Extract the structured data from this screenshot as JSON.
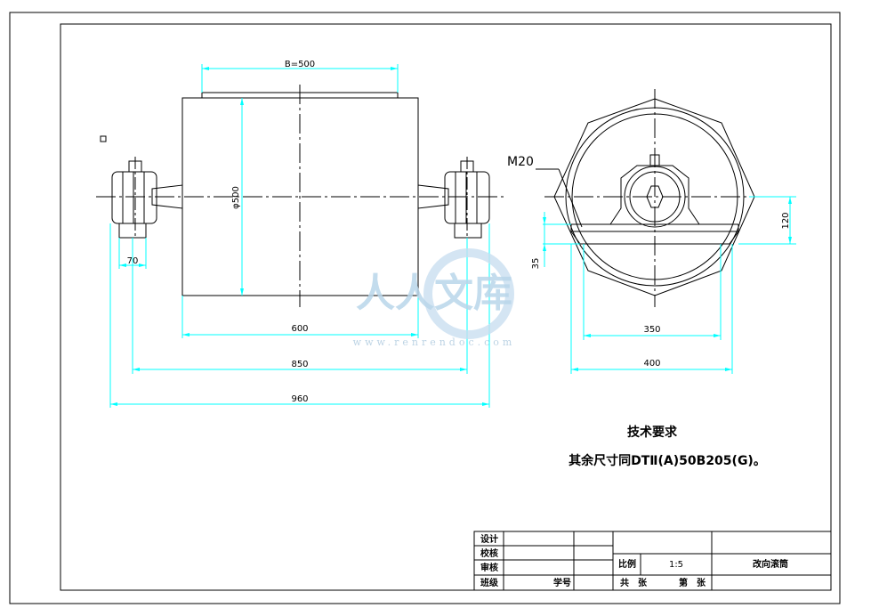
{
  "dimensions": {
    "belt_width": "B=500",
    "drum_diameter": "φ500",
    "hub_width": "70",
    "drum_length": "600",
    "bearing_span": "850",
    "overall_length": "960",
    "bolt": "M20",
    "center_height": "120",
    "base_height": "35",
    "bolt_spacing": "350",
    "base_length": "400"
  },
  "notes": {
    "title": "技术要求",
    "body": "其余尺寸同DTⅡ(A)50B205(G)。"
  },
  "title_block": {
    "design": "设计",
    "check": "校核",
    "review": "审核",
    "class": "班级",
    "student_no": "学号",
    "scale_label": "比例",
    "scale_value": "1:5",
    "drawing_name": "改向滚筒",
    "total_sheets": "共　张",
    "sheet_no": "第　张"
  },
  "watermark": {
    "text": "人人文库",
    "url": "www.renrendoc.com"
  },
  "colors": {
    "lines": "#000000",
    "dimensions": "#00ffff",
    "watermark": "#b9d6ea"
  }
}
